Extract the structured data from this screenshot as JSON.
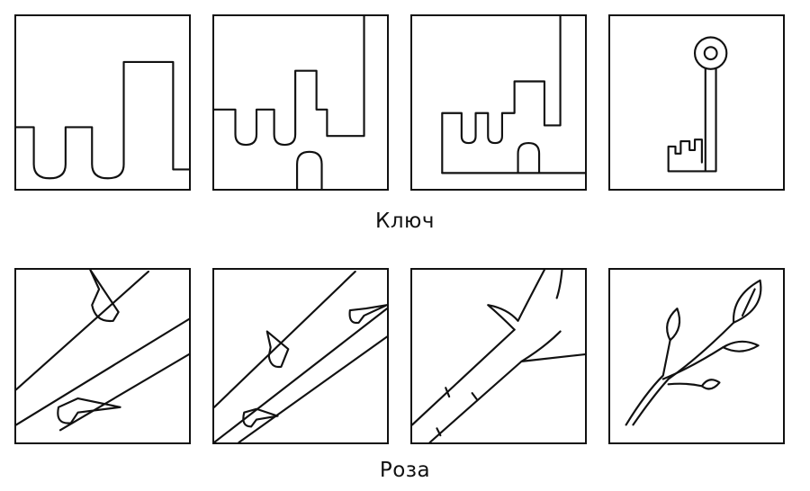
{
  "sequences": [
    {
      "caption": "Ключ",
      "steps": [
        "key-step-1",
        "key-step-2",
        "key-step-3",
        "key-step-4"
      ]
    },
    {
      "caption": "Роза",
      "steps": [
        "rose-step-1",
        "rose-step-2",
        "rose-step-3",
        "rose-step-4"
      ]
    }
  ],
  "line_color": "#111111",
  "background_color": "#ffffff"
}
